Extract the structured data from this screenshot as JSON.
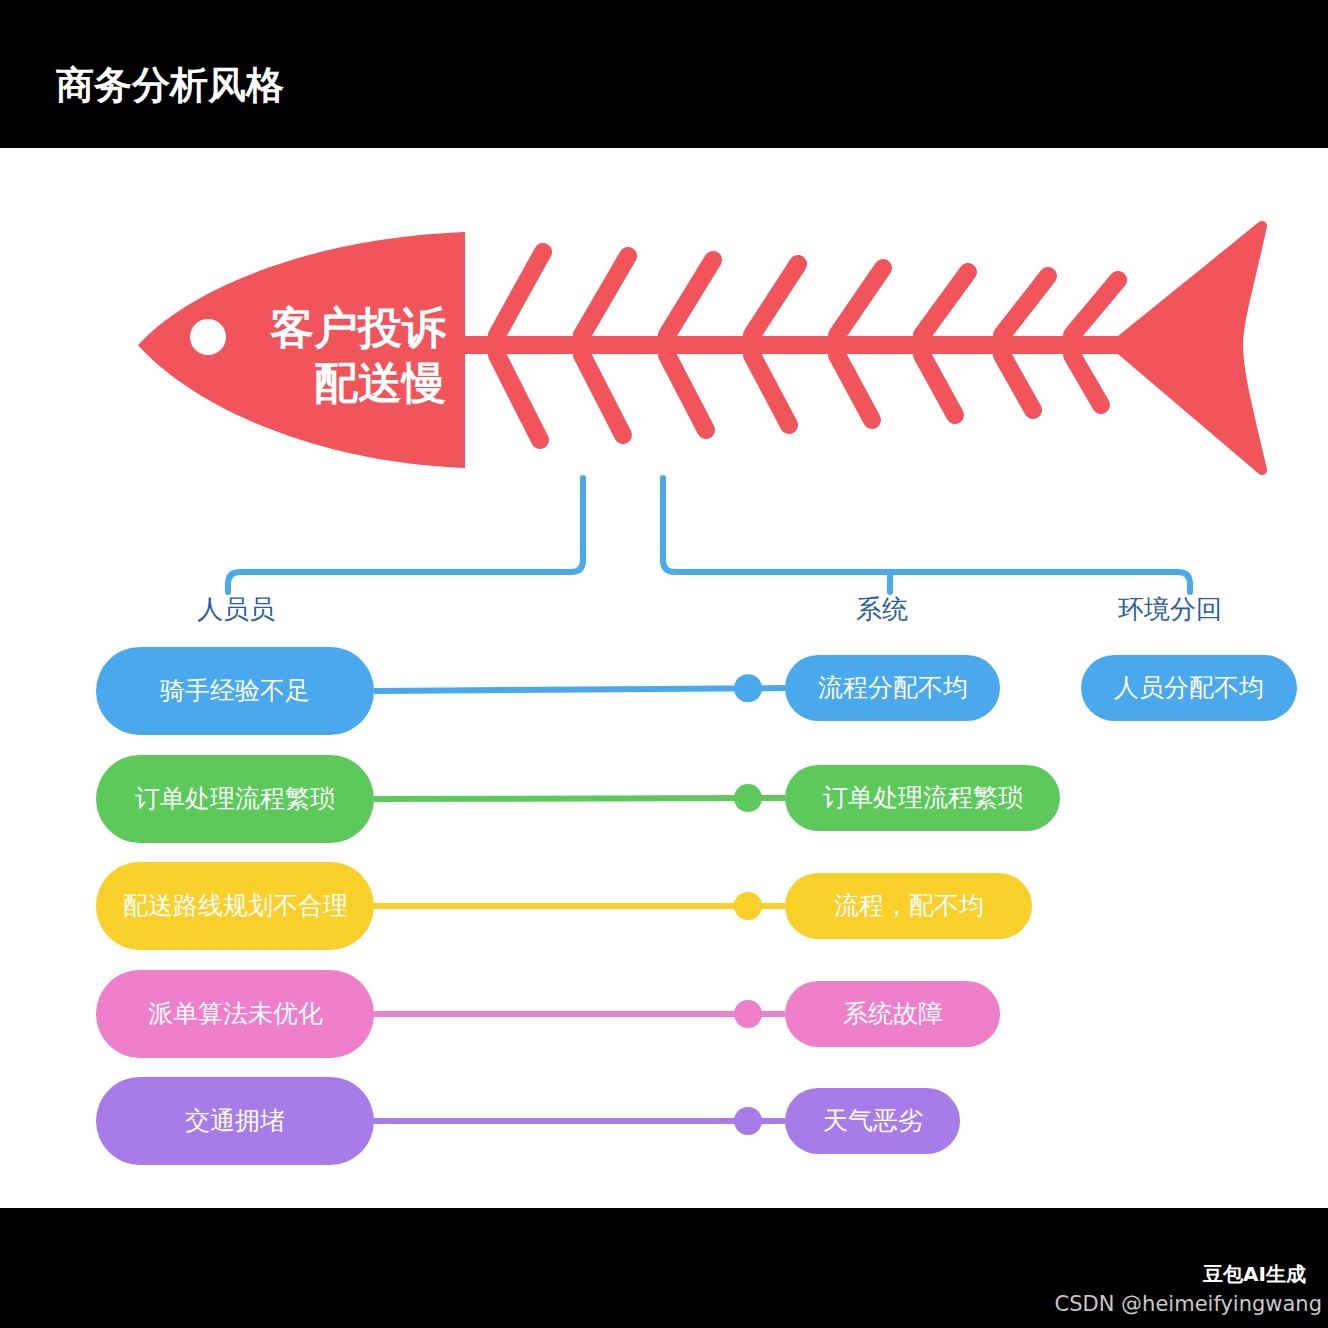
{
  "diagram": {
    "title": "商务分析风格",
    "nodes": [
      {
        "text": [
          "客户投诉 配送慢"
        ]
      },
      {
        "text": [
          "骑手经验不足"
        ]
      },
      {
        "text": [
          "流程分配不均"
        ]
      },
      {
        "text": [
          "人员分配不均"
        ]
      },
      {
        "text": [
          "订单处理流程繁琐"
        ]
      },
      {
        "text": [
          "订单处理流程繁琐"
        ]
      },
      {
        "text": [
          "配送路线规划不合理"
        ]
      },
      {
        "text": [
          "流程，配不均"
        ]
      },
      {
        "text": [
          "派单算法未优化"
        ]
      },
      {
        "text": [
          "系统故障"
        ]
      },
      {
        "text": [
          "交通拥堵"
        ]
      },
      {
        "text": [
          "天气恶劣"
        ]
      }
    ],
    "edges": [
      {
        "from": 1,
        "to": 2,
        "arrow": "none"
      },
      {
        "from": 4,
        "to": 5,
        "arrow": "none"
      },
      {
        "from": 6,
        "to": 7,
        "arrow": "none"
      },
      {
        "from": 8,
        "to": 9,
        "arrow": "none"
      },
      {
        "from": 10,
        "to": 11,
        "arrow": "none"
      }
    ],
    "labels": [
      "人员员",
      "系统",
      "环境分回",
      "CSDN @heimeifyingwang",
      "豆包AI生成"
    ]
  }
}
